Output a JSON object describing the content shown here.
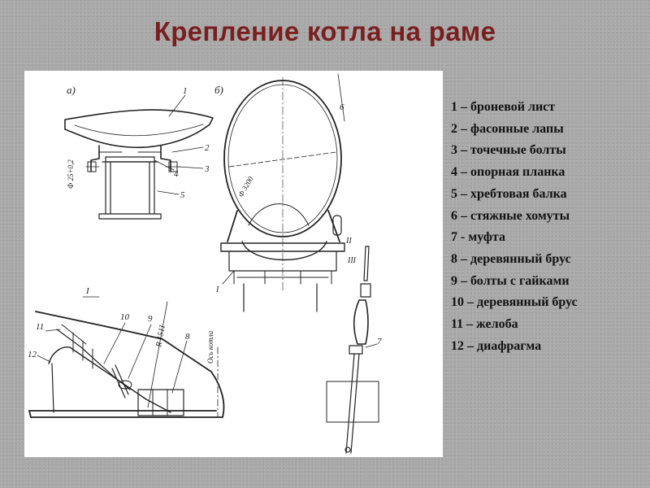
{
  "title": "Крепление котла на раме",
  "figure": {
    "panel_a_label": "а)",
    "panel_b_label": "б)",
    "dim_a": "Ф 25+0,2",
    "dim_b": "Ф 3200",
    "radius": "R 1511",
    "axis": "Ось котла",
    "detail_I": "I",
    "detail_II": "II",
    "detail_III": "III",
    "callouts": {
      "n1": "1",
      "n2": "2",
      "n3": "3",
      "n4": "4",
      "n5": "5",
      "n6": "6",
      "n7": "7",
      "n8": "8",
      "n9": "9",
      "n10": "10",
      "n11": "11",
      "n12": "12"
    }
  },
  "legend": [
    "1 – броневой лист",
    "2 – фасонные лапы",
    "3 – точечные болты",
    "4 – опорная планка",
    "5 – хребтовая балка",
    "6 – стяжные хомуты",
    "7 - муфта",
    "8 – деревянный брус",
    "9 – болты с гайками",
    "10 – деревянный брус",
    "11 – желоба",
    "12 – диафрагма"
  ]
}
